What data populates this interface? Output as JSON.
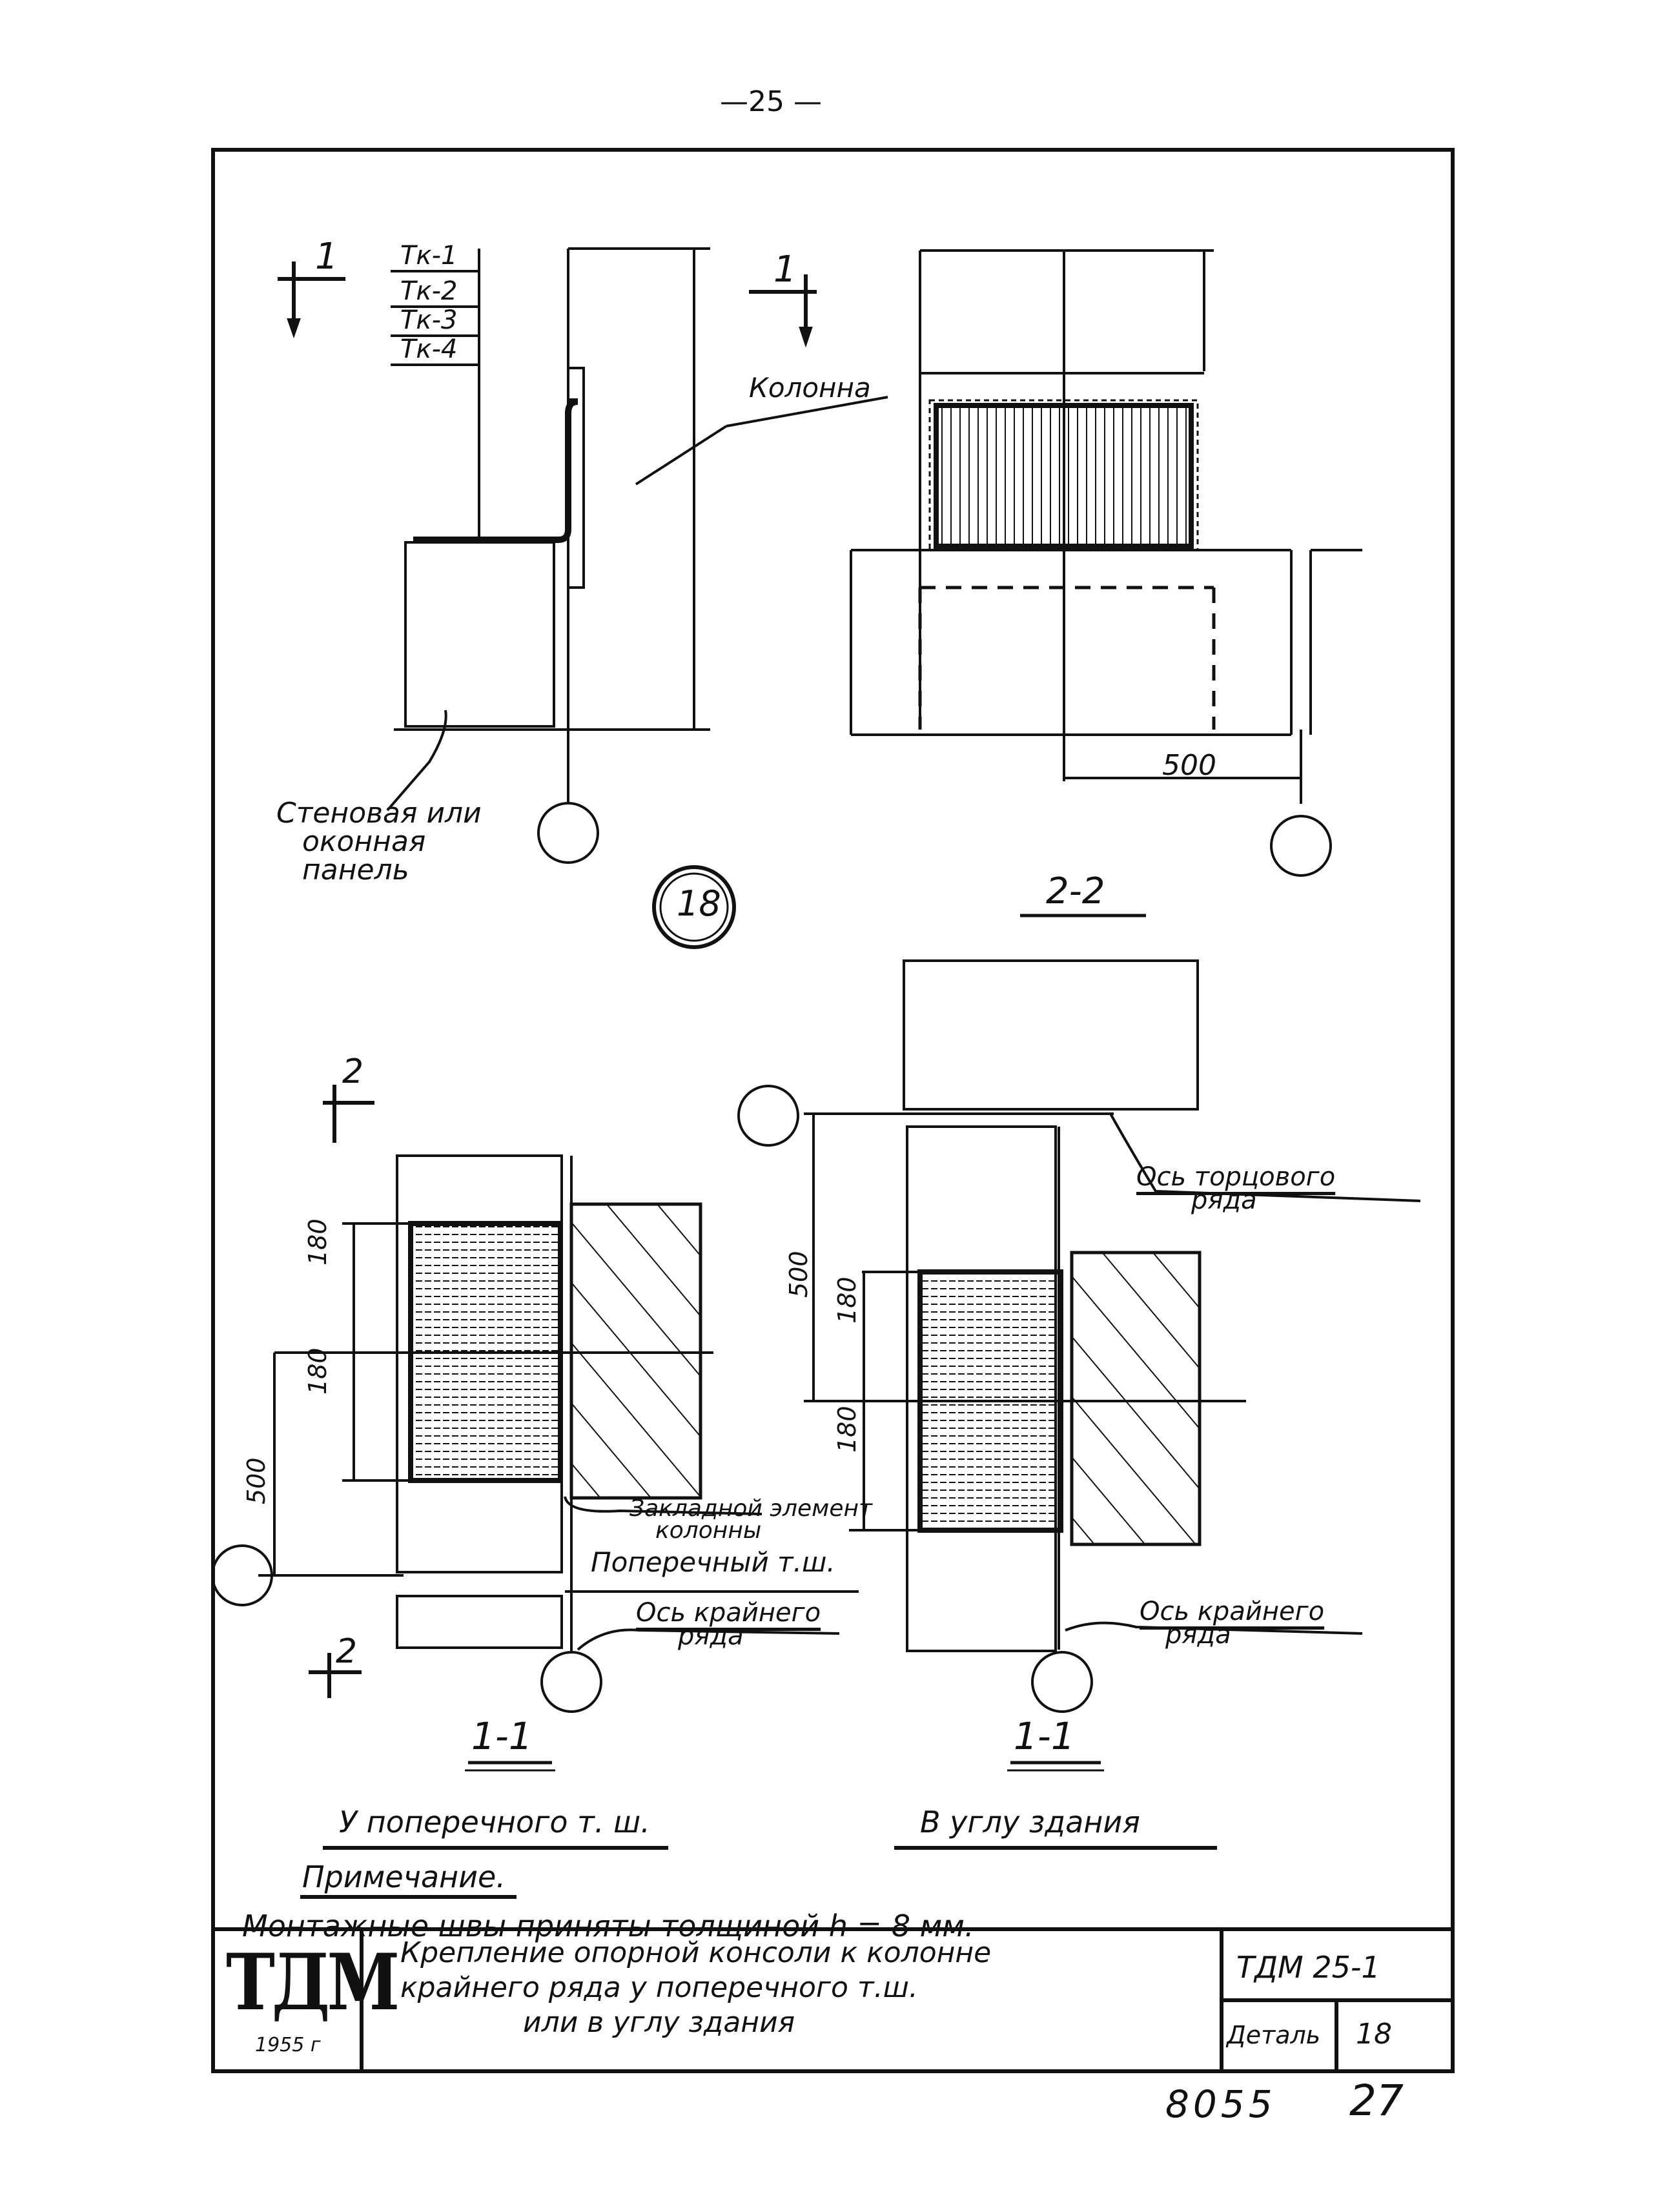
{
  "page_number": "—25 —",
  "detail_number": "18",
  "top_left": {
    "section_mark": "1",
    "labels": [
      "Тк-1",
      "Тк-2",
      "Тк-3",
      "Тк-4"
    ],
    "column_label": "Колонна",
    "panel_label": [
      "Стеновая или",
      "оконная",
      "панель"
    ]
  },
  "top_right": {
    "section_mark": "1",
    "dim_500": "500",
    "section_title": "2-2"
  },
  "bottom_left": {
    "section_mark_top": "2",
    "section_mark_bottom": "2",
    "dims": [
      "180",
      "180",
      "500"
    ],
    "embedded_label": [
      "Закладной элемент",
      "колонны"
    ],
    "joint_label": "Поперечный т.ш.",
    "axis_label": [
      "Ось крайнего",
      "ряда"
    ],
    "section_title": "1-1",
    "caption": "У поперечного т. ш."
  },
  "bottom_right": {
    "dims": [
      "500",
      "180",
      "180"
    ],
    "end_axis_label": [
      "Ось торцового",
      "ряда"
    ],
    "axis_label": [
      "Ось крайнего",
      "ряда"
    ],
    "section_title": "1-1",
    "caption": "В углу здания"
  },
  "note": {
    "heading": "Примечание.",
    "text": "Монтажные швы приняты толщиной h = 8 мм."
  },
  "title_block": {
    "logo": "ТДМ",
    "year": "1955 г",
    "title_lines": [
      "Крепление опорной консоли к колонне",
      "крайнего ряда у поперечного т.ш.",
      "или в углу здания"
    ],
    "code": "ТДМ 25-1",
    "detail_label": "Деталь",
    "detail_value": "18"
  },
  "footer": {
    "sheet_no": "8055",
    "page": "27"
  }
}
